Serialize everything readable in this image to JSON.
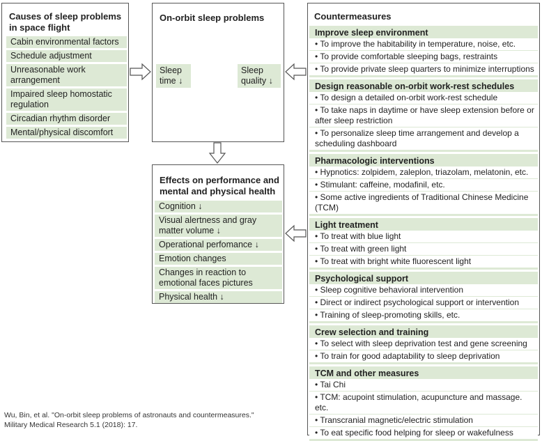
{
  "causes": {
    "title": "Causes of sleep problems in space flight",
    "items": [
      "Cabin environmental factors",
      "Schedule adjustment",
      "Unreasonable work arrangement",
      "Impaired sleep homostatic regulation",
      "Circadian rhythm disorder",
      "Mental/physical discomfort"
    ]
  },
  "onorbit": {
    "title": "On-orbit sleep problems",
    "sleep_time": "Sleep time ↓",
    "sleep_quality": "Sleep quality ↓"
  },
  "effects": {
    "title": "Effects on performance and mental and physical health",
    "items": [
      "Cognition ↓",
      "Visual alertness and gray matter volume ↓",
      "Operational perfomance ↓",
      "Emotion changes",
      "Changes in reaction to emotional faces pictures",
      "Physical health ↓"
    ]
  },
  "countermeasures": {
    "title": "Countermeasures",
    "sections": [
      {
        "title": "Improve sleep environment",
        "items": [
          "• To improve the habitability in temperature, noise, etc.",
          "• To provide comfortable sleeping bags, restraints",
          "• To provide private sleep quarters to minimize interruptions"
        ]
      },
      {
        "title": "Design reasonable on-orbit work-rest schedules",
        "items": [
          "• To design a detailed on-orbit work-rest schedule",
          "• To take naps in daytime or have sleep extension before or after sleep restriction",
          "• To personalize sleep time arrangement and develop a scheduling dashboard"
        ]
      },
      {
        "title": "Pharmacologic interventions",
        "items": [
          "• Hypnotics: zolpidem, zaleplon, triazolam, melatonin, etc.",
          "• Stimulant: caffeine, modafinil, etc.",
          "• Some active ingredients of Traditional Chinese Medicine (TCM)"
        ]
      },
      {
        "title": "Light treatment",
        "items": [
          "• To treat with blue light",
          "• To treat with green light",
          "• To treat with bright white fluorescent light"
        ]
      },
      {
        "title": "Psychological support",
        "items": [
          "• Sleep cognitive behavioral intervention",
          "• Direct or indirect psychological support or intervention",
          "• Training of sleep-promoting skills, etc."
        ]
      },
      {
        "title": "Crew selection and training",
        "items": [
          "• To select with sleep deprivation test and gene screening",
          "• To train for good adaptability to sleep deprivation"
        ]
      },
      {
        "title": "TCM and other measures",
        "items": [
          "• Tai Chi",
          "• TCM: acupoint stimulation, acupuncture and massage. etc.",
          "• Transcranial magnetic/electric stimulation",
          "• To eat specific food helping for sleep or wakefulness"
        ]
      }
    ]
  },
  "citation": {
    "line1": "Wu, Bin, et al. \"On-orbit sleep problems of astronauts and countermeasures.\"",
    "line2": "Military Medical Research 5.1 (2018): 17."
  }
}
